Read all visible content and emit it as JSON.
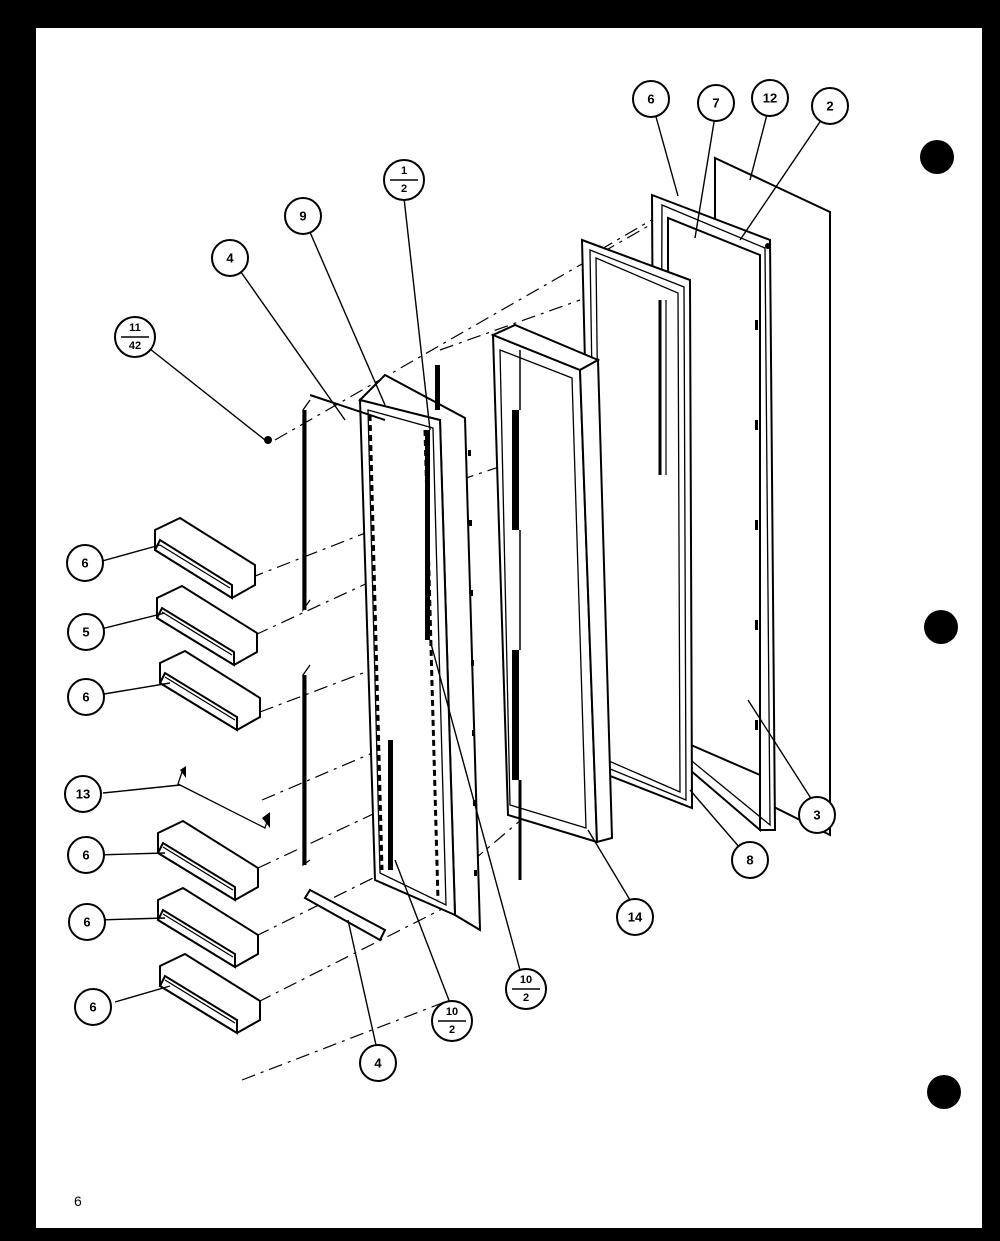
{
  "diagram": {
    "page_number": "6",
    "callouts": [
      {
        "id": "c-6-top",
        "label": "6"
      },
      {
        "id": "c-7",
        "label": "7"
      },
      {
        "id": "c-12",
        "label": "12"
      },
      {
        "id": "c-2",
        "label": "2"
      },
      {
        "id": "c-9",
        "label": "9"
      },
      {
        "id": "c-4-top",
        "label": "4"
      },
      {
        "id": "c-6-a",
        "label": "6"
      },
      {
        "id": "c-5",
        "label": "5"
      },
      {
        "id": "c-6-b",
        "label": "6"
      },
      {
        "id": "c-13",
        "label": "13"
      },
      {
        "id": "c-6-c",
        "label": "6"
      },
      {
        "id": "c-6-d",
        "label": "6"
      },
      {
        "id": "c-6-e",
        "label": "6"
      },
      {
        "id": "c-4-bottom",
        "label": "4"
      },
      {
        "id": "c-14",
        "label": "14"
      },
      {
        "id": "c-8",
        "label": "8"
      },
      {
        "id": "c-3",
        "label": "3"
      }
    ],
    "fraction_callouts": [
      {
        "id": "f-1-2",
        "top": "1",
        "bottom": "2"
      },
      {
        "id": "f-11-42",
        "top": "11",
        "bottom": "42"
      },
      {
        "id": "f-10-2-a",
        "top": "10",
        "bottom": "2"
      },
      {
        "id": "f-10-2-b",
        "top": "10",
        "bottom": "2"
      }
    ]
  }
}
